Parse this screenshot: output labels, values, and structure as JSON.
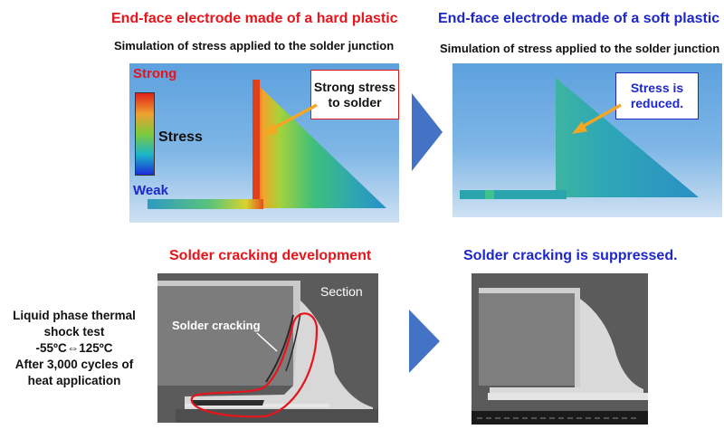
{
  "left": {
    "title": "End-face electrode made of a hard plastic",
    "subtitle": "Simulation of stress applied to the solder junction",
    "legend_strong": "Strong",
    "legend_stress": "Stress",
    "legend_weak": "Weak",
    "callout": "Strong stress to solder",
    "cracking_title": "Solder cracking development",
    "section_label": "Section",
    "cracking_label": "Solder cracking"
  },
  "right": {
    "title": "End-face electrode made of a soft plastic",
    "subtitle": "Simulation of stress applied to the solder junction",
    "callout": "Stress is reduced.",
    "suppressed_title": "Solder cracking is suppressed."
  },
  "test_conditions": {
    "line1": "Liquid phase thermal",
    "line2": "shock test",
    "line3": "-55ºC⇔125ºC",
    "line4": "After 3,000 cycles of",
    "line5": "heat application"
  },
  "colors": {
    "red": "#e8141b",
    "blue": "#1e27c8",
    "arrow": "#4472c4",
    "pointer": "#f5a623"
  }
}
